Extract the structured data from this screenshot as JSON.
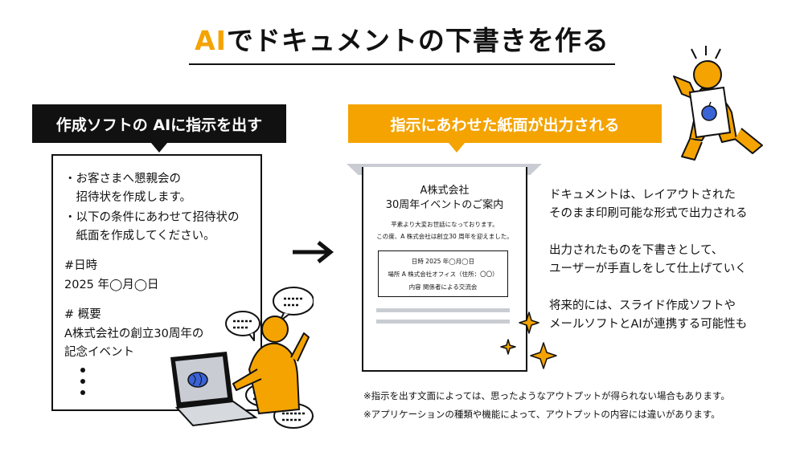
{
  "title": {
    "prefix": "AI",
    "rest": "でドキュメントの下書きを作る"
  },
  "left_label": "作成ソフトの AIに指示を出す",
  "right_label": "指示にあわせた紙面が出力される",
  "prompt": {
    "lines": [
      "・お客さまへ懇親会の",
      "　招待状を作成します。",
      "・以下の条件にあわせて招待状の",
      "　紙面を作成してください。",
      "#日時",
      "2025 年◯月◯日",
      "# 概要",
      "A株式会社の創立30周年の",
      "記念イベント"
    ]
  },
  "document": {
    "title1": "A株式会社",
    "title2": "30周年イベントのご案内",
    "body1": "平素より大変お世話になっております。",
    "body2": "この度、A 株式会社は創立30 周年を迎えました。",
    "details": [
      "日時 2025 年◯月◯日",
      "場所 A 株式会社オフィス（住所：〇〇）",
      "内容 関係者による交流会"
    ]
  },
  "explanation": {
    "lines": [
      "ドキュメントは、レイアウトされた",
      "そのまま印刷可能な形式で出力される",
      "出力されたものを下書きとして、",
      "ユーザーが手直しをして仕上げていく",
      "将来的には、スライド作成ソフトや",
      "メールソフトとAIが連携する可能性も"
    ]
  },
  "notes": [
    "※指示を出す文面によっては、思ったようなアウトプットが得られない場合もあります。",
    "※アプリケーションの種類や機能によって、アウトプットの内容には違いがあります。"
  ],
  "colors": {
    "accent": "#f4a300",
    "dark": "#111111",
    "paper_gray": "#c9cdd3",
    "brain": "#3a63d6"
  },
  "icons": [
    "person-with-laptop-illustration",
    "person-holding-document-illustration",
    "sparkle-icon",
    "arrow-right-icon",
    "speech-bubble-icon"
  ]
}
